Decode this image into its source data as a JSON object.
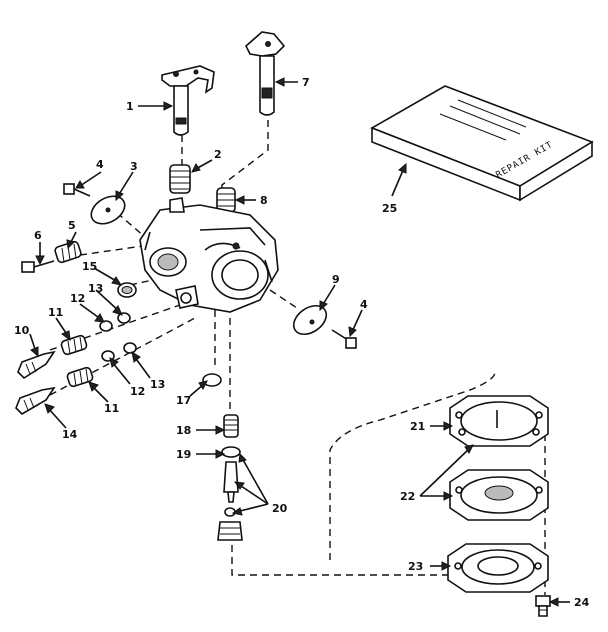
{
  "diagram": {
    "callouts": [
      "1",
      "2",
      "3",
      "4",
      "5",
      "6",
      "7",
      "8",
      "9",
      "10",
      "11",
      "12",
      "13",
      "14",
      "15",
      "17",
      "18",
      "19",
      "20",
      "21",
      "22",
      "23",
      "24",
      "25"
    ],
    "repair_kit_text": "REPAIR KIT"
  },
  "colors": {
    "ink": "#111111",
    "paper": "#ffffff",
    "shade": "#bbbbbb"
  }
}
